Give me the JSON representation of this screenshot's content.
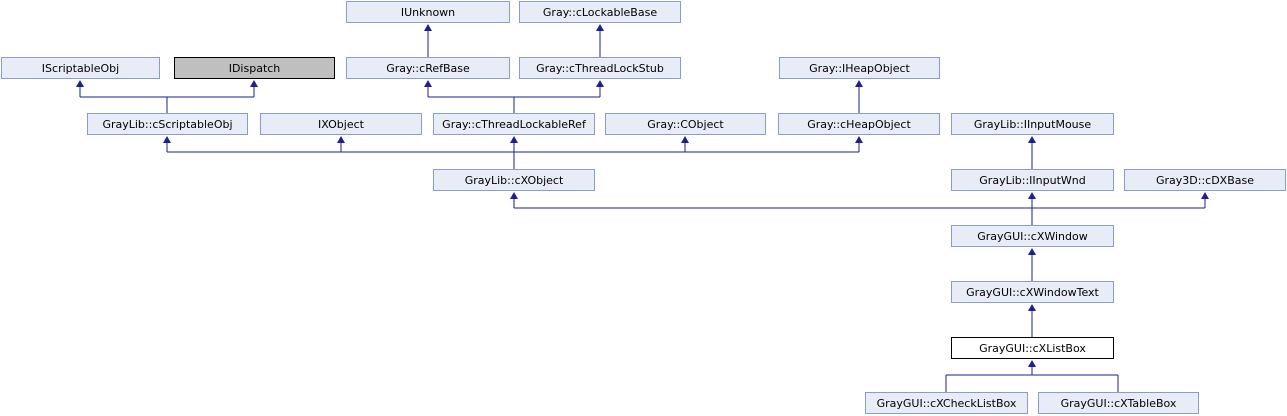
{
  "nodes": {
    "iunknown": "IUnknown",
    "clockablebase": "Gray::cLockableBase",
    "iscriptableobj": "IScriptableObj",
    "idispatch": "IDispatch",
    "crefbase": "Gray::cRefBase",
    "cthreadlockstub": "Gray::cThreadLockStub",
    "iheapobject": "Gray::IHeapObject",
    "cscriptableobj": "GrayLib::cScriptableObj",
    "ixobject": "IXObject",
    "cthreadlockableref": "Gray::cThreadLockableRef",
    "cobject": "Gray::CObject",
    "cheapobject": "Gray::cHeapObject",
    "iinputmouse": "GrayLib::IInputMouse",
    "cxobject": "GrayLib::cXObject",
    "iinputwnd": "GrayLib::IInputWnd",
    "cdxbase": "Gray3D::cDXBase",
    "cxwindow": "GrayGUI::cXWindow",
    "cxwindowtext": "GrayGUI::cXWindowText",
    "cxlistbox": "GrayGUI::cXListBox",
    "cxchecklistbox": "GrayGUI::cXCheckListBox",
    "cxtablebox": "GrayGUI::cXTableBox"
  },
  "colors": {
    "node_fill": "#e8ecf6",
    "node_border": "#8a9ccb",
    "highlight_fill": "#bfbfbf",
    "current_fill": "#ffffff",
    "edge": "#1f1f8f"
  }
}
